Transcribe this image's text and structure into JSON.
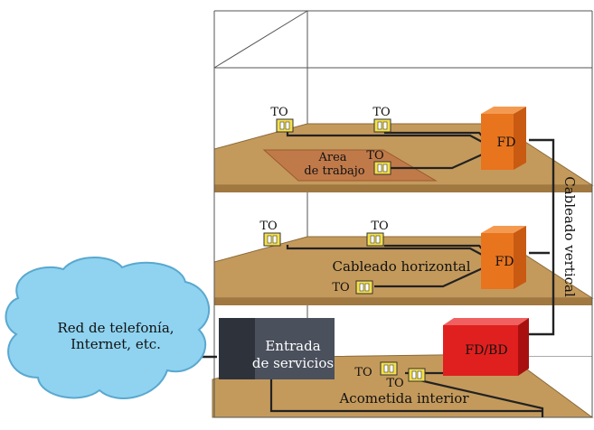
{
  "colors": {
    "floor": "#c49a5c",
    "floor_edge": "#8a6a3a",
    "work_area": "#c07a4a",
    "fd_box": "#e8741e",
    "fdbd_box": "#e0201e",
    "service_box": "#3a3f4a",
    "cloud": "#8fd3f0",
    "cable": "#222222",
    "outlet": "#f4e04a"
  },
  "labels": {
    "to": "TO",
    "fd": "FD",
    "fd_bd": "FD/BD",
    "work_area_line1": "Area",
    "work_area_line2": "de trabajo",
    "horizontal_cabling": "Cableado horizontal",
    "vertical_cabling": "Cableado vertical",
    "service_entrance_line1": "Entrada",
    "service_entrance_line2": "de servicios",
    "interior_drop": "Acometida interior",
    "cloud_line1": "Red de telefonía,",
    "cloud_line2": "Internet, etc."
  }
}
